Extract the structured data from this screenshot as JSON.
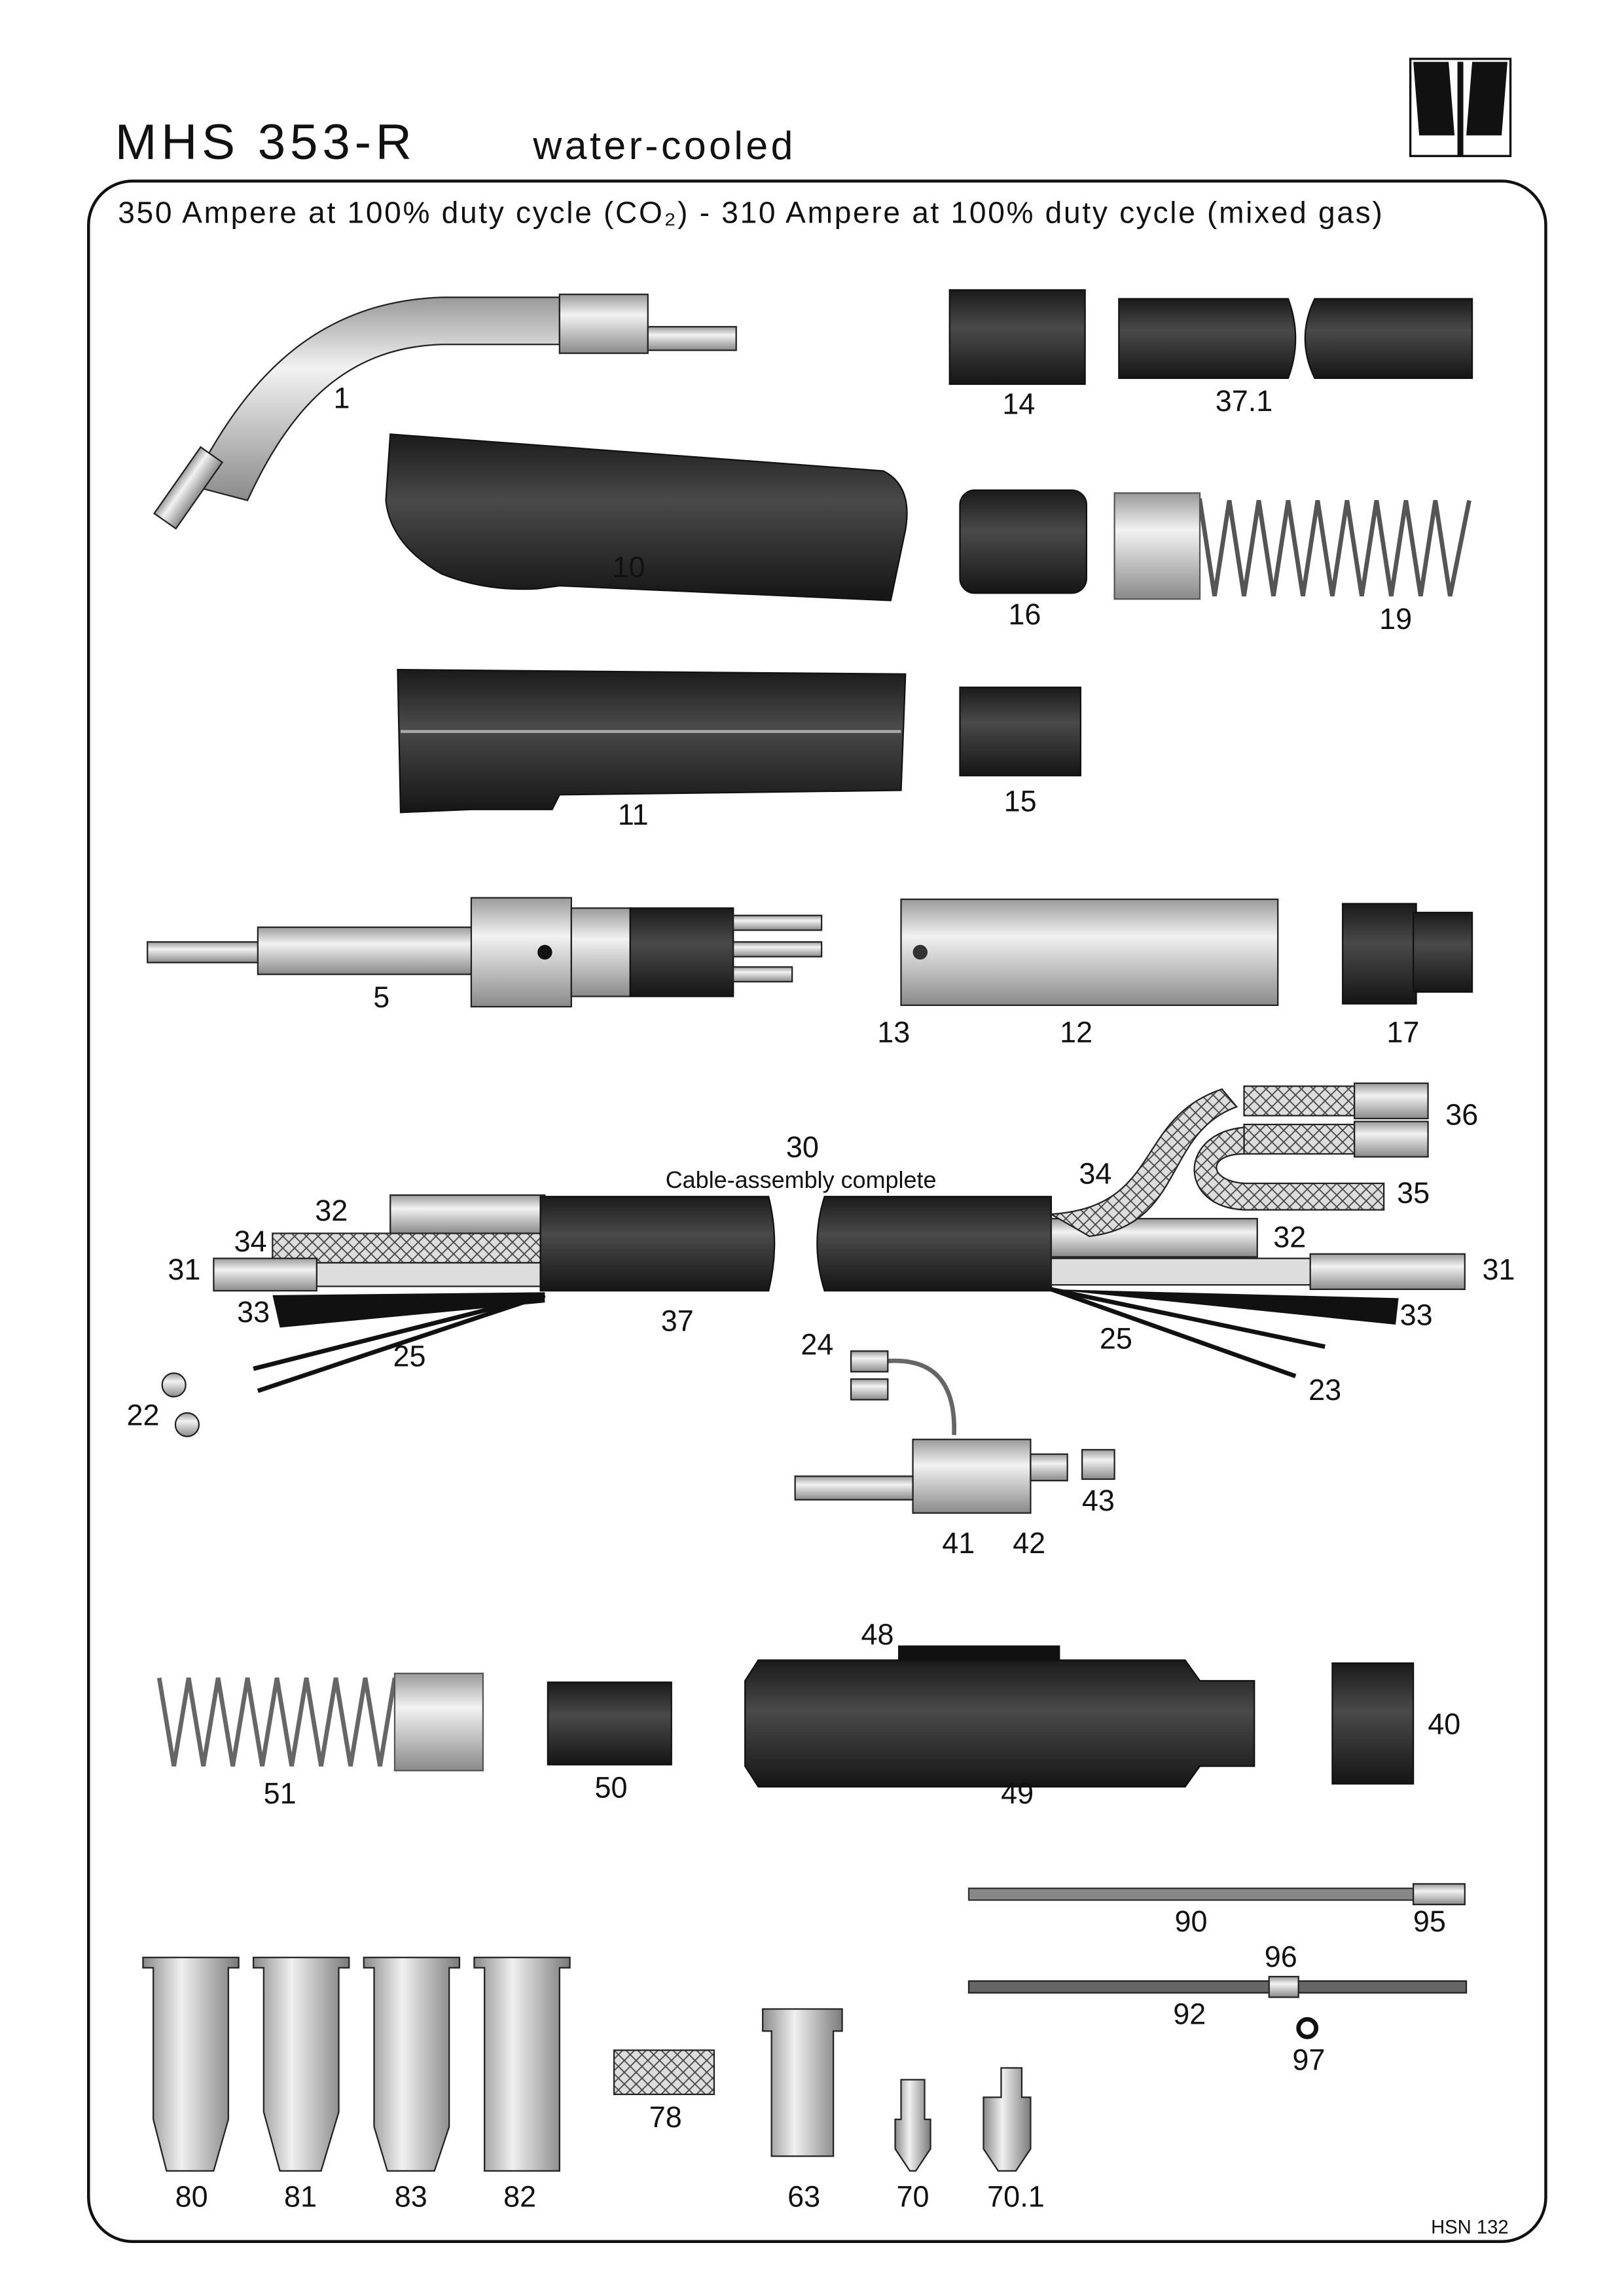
{
  "header": {
    "model": "MHS 353-R",
    "cooling": "water-cooled",
    "spec_line": "350 Ampere at 100% duty cycle (CO₂) - 310 Ampere at 100% duty cycle (mixed gas)",
    "logo": "manufacturer-logo"
  },
  "labels": {
    "p1": "1",
    "p14": "14",
    "p37_1": "37.1",
    "p10": "10",
    "p16": "16",
    "p19": "19",
    "p11": "11",
    "p15": "15",
    "p5": "5",
    "p13": "13",
    "p12": "12",
    "p17": "17",
    "p36": "36",
    "p30": "30",
    "cable_assembly": "Cable-assembly complete",
    "p34": "34",
    "p35": "35",
    "p32": "32",
    "p31": "31",
    "p33": "33",
    "p37": "37",
    "p25": "25",
    "p24": "24",
    "p23": "23",
    "p22": "22",
    "p43": "43",
    "p41": "41",
    "p42": "42",
    "p48": "48",
    "p40": "40",
    "p51": "51",
    "p50": "50",
    "p49": "49",
    "p90": "90",
    "p95": "95",
    "p96": "96",
    "p92": "92",
    "p97": "97",
    "p78": "78",
    "p80": "80",
    "p81": "81",
    "p83": "83",
    "p82": "82",
    "p63": "63",
    "p70": "70",
    "p70_1": "70.1"
  },
  "footer": {
    "doc_code": "HSN 132"
  },
  "colors": {
    "line": "#111111",
    "rubber": "#2a2a2a",
    "metal": "#c8c8c8"
  }
}
